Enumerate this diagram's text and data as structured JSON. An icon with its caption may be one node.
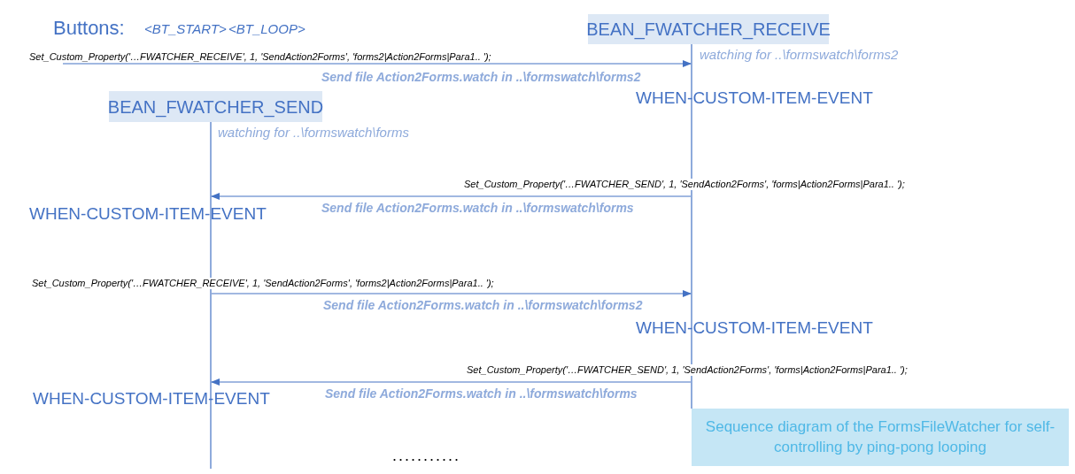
{
  "diagram": {
    "nodes": [
      {
        "text": [
          "BEAN_FWATCHER_RECEIVE",
          "watching for  ..\\formswatch\\forms2"
        ]
      },
      {
        "text": [
          "BEAN_FWATCHER_SEND",
          "watching for  ..\\formswatch\\forms"
        ]
      },
      {
        "text": [
          "Sequence diagram of the FormsFileWatcher for self-controlling by ping-pong looping"
        ]
      }
    ],
    "edges": [
      {
        "from": null,
        "to": 0,
        "arrow": "to",
        "label": "Set_Custom_Property('…FWATCHER_RECEIVE',  1, 'SendAction2Forms', 'forms2|Action2Forms|Para1.. ');"
      },
      {
        "from": 0,
        "to": 1,
        "arrow": "to",
        "label": "Set_Custom_Property('…FWATCHER_SEND',  1, 'SendAction2Forms', 'forms|Action2Forms|Para1.. ');"
      },
      {
        "from": 1,
        "to": 0,
        "arrow": "to",
        "label": "Set_Custom_Property('…FWATCHER_RECEIVE',  1, 'SendAction2Forms', 'forms2|Action2Forms|Para1.. ');"
      },
      {
        "from": 0,
        "to": 1,
        "arrow": "to",
        "label": "Set_Custom_Property('…FWATCHER_SEND',  1, 'SendAction2Forms', 'forms|Action2Forms|Para1.. ');"
      }
    ],
    "labels": [
      "Buttons:",
      "<BT_START>",
      "<BT_LOOP>",
      "Send file Action2Forms.watch in ..\\formswatch\\forms2",
      "WHEN-CUSTOM-ITEM-EVENT",
      "WHEN-CUSTOM-ITEM-EVENT",
      "Send file Action2Forms.watch in ..\\formswatch\\forms",
      "Send file Action2Forms.watch in ..\\formswatch\\forms2",
      "WHEN-CUSTOM-ITEM-EVENT",
      "WHEN-CUSTOM-ITEM-EVENT",
      "Send file Action2Forms.watch in ..\\formswatch\\forms",
      "..........."
    ]
  }
}
